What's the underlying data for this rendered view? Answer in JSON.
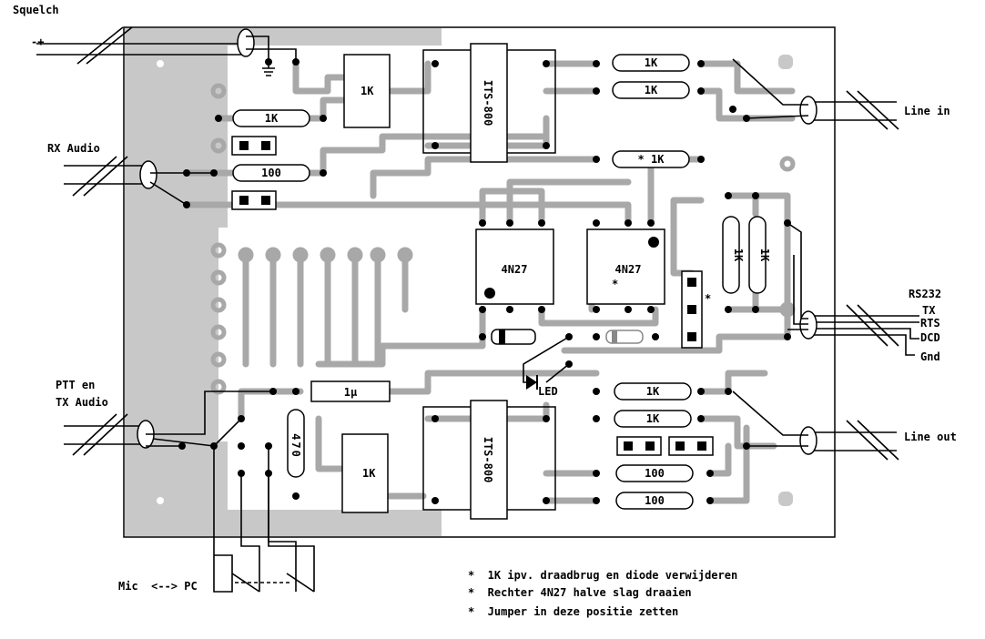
{
  "labels": {
    "squelch": "Squelch",
    "squelch_polarity": "-+",
    "rx_audio": "RX Audio",
    "ptt_line1": "PTT en",
    "ptt_line2": "TX Audio",
    "mic_pc": "Mic  <--> PC",
    "line_in": "Line in",
    "line_out": "Line out",
    "rs232": "RS232",
    "tx": "TX",
    "rts": "RTS",
    "dcd": "DCD",
    "gnd": "Gnd",
    "led": "LED",
    "star": "*"
  },
  "components": {
    "transformer_top": "ITS-800",
    "transformer_bottom": "ITS-800",
    "opto_left": "4N27",
    "opto_right": "4N27",
    "r_1k": "1K",
    "r_100": "100",
    "r_star_1k": "* 1K",
    "r_470": "470",
    "cap_1u": "1µ"
  },
  "notes": [
    "*  1K ipv. draadbrug en diode verwijderen",
    "*  Rechter 4N27 halve slag draaien",
    "*  Jumper in deze positie zetten"
  ],
  "colors": {
    "board_fill": "#ffffff",
    "ground_plane": "#c8c8c8",
    "track": "#a8a8a8",
    "ink": "#000000"
  }
}
